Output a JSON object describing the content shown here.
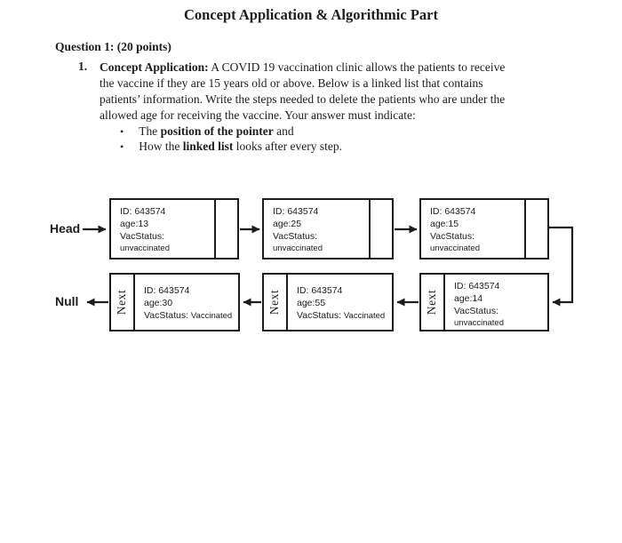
{
  "page": {
    "title": "Concept Application & Algorithmic Part"
  },
  "question": {
    "header": "Question 1: (20 points)",
    "number": "1.",
    "lead_bold": "Concept Application:",
    "line1_rest": "A COVID 19 vaccination clinic allows the patients to receive",
    "line2": "the vaccine if they are 15 years old or above. Below is a linked list that contains",
    "line3": "patients’ information. Write the steps needed to delete the patients who are under the",
    "line4": "allowed age for receiving the vaccine. Your answer must indicate:",
    "bullet_glyph": "•",
    "bullets": [
      {
        "pre": "The ",
        "bold": "position of the pointer",
        "post": " and"
      },
      {
        "pre": "How the ",
        "bold": "linked list",
        "post": " looks after every step."
      }
    ]
  },
  "diagram": {
    "head_label": "Head",
    "null_label": "Null",
    "row1": [
      {
        "id": "ID: 643574",
        "age": "age:13",
        "vac_label": "VacStatus:",
        "vac_value": "unvaccinated"
      },
      {
        "id": "ID: 643574",
        "age": "age:25",
        "vac_label": "VacStatus:",
        "vac_value": "unvaccinated"
      },
      {
        "id": "ID: 643574",
        "age": "age:15",
        "vac_label": "VacStatus:",
        "vac_value": "unvaccinated"
      }
    ],
    "row2": [
      {
        "next": "Next",
        "id": "ID: 643574",
        "age": "age:30",
        "vac_label": "VacStatus:",
        "vac_value": "Vaccinated"
      },
      {
        "next": "Next",
        "id": "ID: 643574",
        "age": "age:55",
        "vac_label": "VacStatus:",
        "vac_value": "Vaccinated"
      },
      {
        "next": "Next",
        "id": "ID: 643574",
        "age": "age:14",
        "vac_label": "VacStatus:",
        "vac_value": "unvaccinated"
      }
    ],
    "ink_color": "#1d1d1d"
  }
}
